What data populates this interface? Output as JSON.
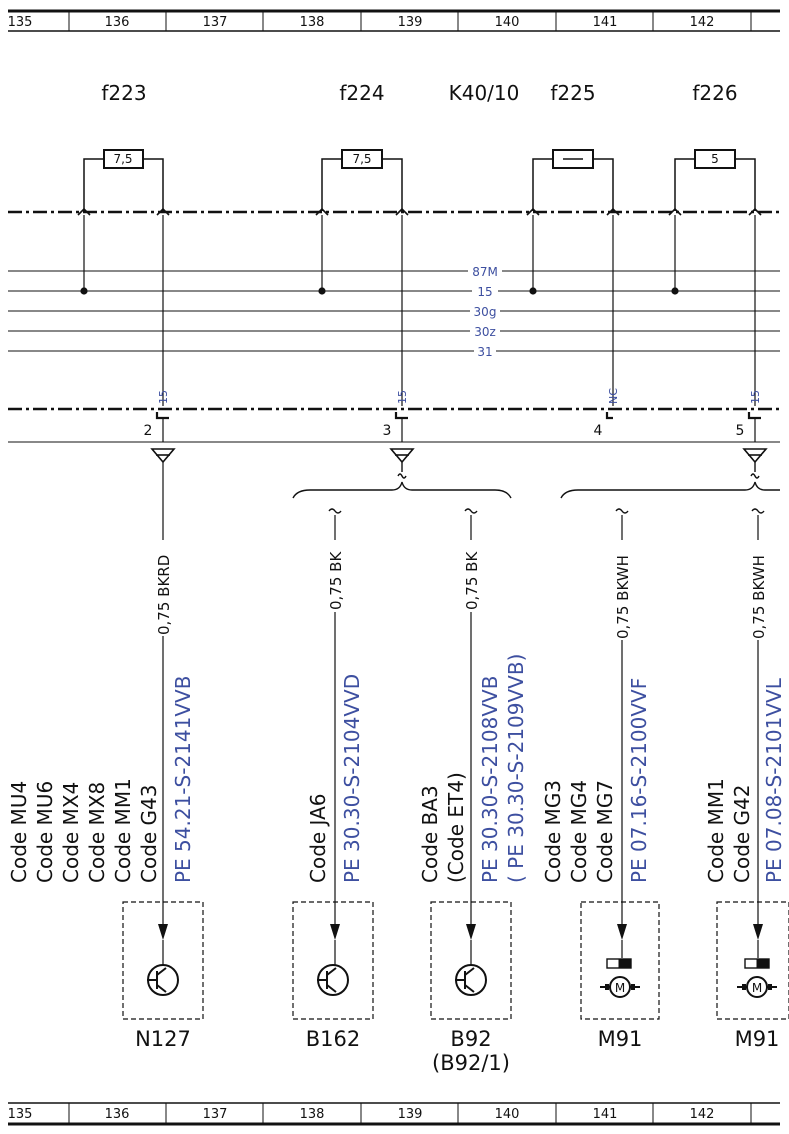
{
  "ruler": {
    "cells": [
      "135",
      "136",
      "137",
      "138",
      "139",
      "140",
      "141",
      "142"
    ]
  },
  "relay": {
    "label": "K40/10"
  },
  "fuses": [
    {
      "name": "f223",
      "rating": "7,5"
    },
    {
      "name": "f224",
      "rating": "7,5"
    },
    {
      "name": "f225",
      "rating": ""
    },
    {
      "name": "f226",
      "rating": "5"
    }
  ],
  "bus": {
    "lines": [
      "87M",
      "15",
      "30g",
      "30z",
      "31"
    ]
  },
  "outputs": [
    {
      "terminal": "15",
      "pin": "2"
    },
    {
      "terminal": "15",
      "pin": "3"
    },
    {
      "terminal": "NC",
      "pin": "4"
    },
    {
      "terminal": "15",
      "pin": "5"
    }
  ],
  "branches": [
    {
      "wire": "0,75 BKRD",
      "codes": [
        "Code MU4",
        "Code MU6",
        "Code MX4",
        "Code MX8",
        "Code MM1",
        "Code G43"
      ],
      "parts": [
        "PE 54.21-S-2141VVB"
      ],
      "component": "N127",
      "component_sub": "",
      "symbol": "transistor"
    },
    {
      "wire": "0,75 BK",
      "codes": [
        "Code JA6"
      ],
      "parts": [
        "PE 30.30-S-2104VVD"
      ],
      "component": "B162",
      "component_sub": "",
      "symbol": "transistor"
    },
    {
      "wire": "0,75 BK",
      "codes": [
        "Code BA3",
        "(Code ET4)"
      ],
      "parts": [
        "PE 30.30-S-2108VVB",
        "( PE 30.30-S-2109VVB)"
      ],
      "component": "B92",
      "component_sub": "(B92/1)",
      "symbol": "transistor"
    },
    {
      "wire": "0,75 BKWH",
      "codes": [
        "Code MG3",
        "Code MG4",
        "Code MG7"
      ],
      "parts": [
        "PE 07.16-S-2100VVF"
      ],
      "component": "M91",
      "component_sub": "",
      "symbol": "motor"
    },
    {
      "wire": "0,75 BKWH",
      "codes": [
        "Code MM1",
        "Code G42"
      ],
      "parts": [
        "PE 07.08-S-2101VVL"
      ],
      "component": "M91",
      "component_sub": "",
      "symbol": "motor"
    }
  ],
  "colors": {
    "line": "#111111",
    "annotation": "#3d4fa0"
  }
}
